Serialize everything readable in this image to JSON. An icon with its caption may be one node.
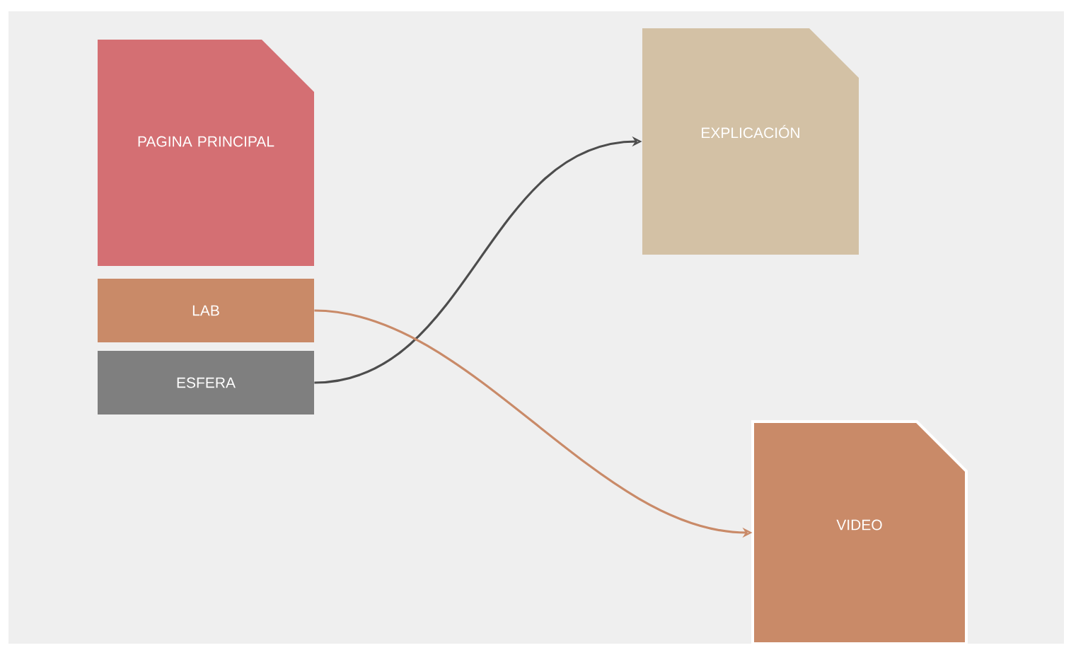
{
  "diagram": {
    "nodes": [
      {
        "text": [
          "PAGINA PRINCIPAL"
        ]
      },
      {
        "text": [
          "LAB"
        ]
      },
      {
        "text": [
          "ESFERA"
        ]
      },
      {
        "text": [
          "EXPLICACIÓN"
        ]
      },
      {
        "text": [
          "VIDEO"
        ]
      }
    ],
    "edges": [
      {
        "from": 2,
        "to": 3,
        "arrow": "to",
        "color": "#4d4d4d"
      },
      {
        "from": 1,
        "to": 4,
        "arrow": "to",
        "color": "#c98a68"
      }
    ]
  }
}
